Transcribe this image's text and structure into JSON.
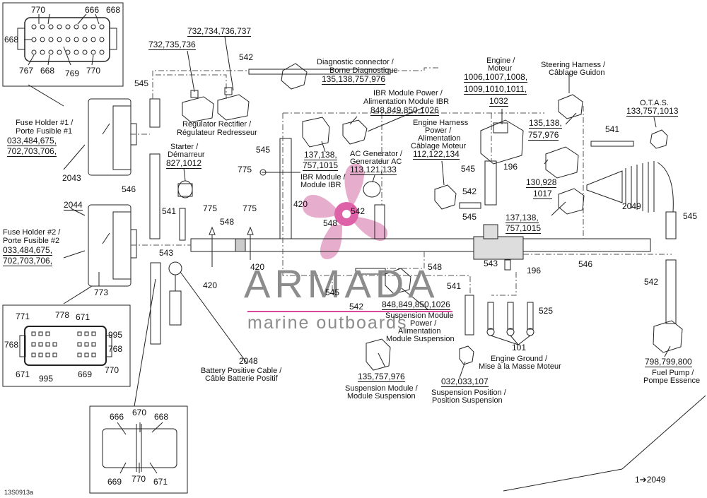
{
  "figure_code": "13S0913a",
  "watermark": {
    "brand": "ARMADA",
    "tagline": "marine outboards",
    "accent": "#d9479a",
    "gray": "#8c8c8c"
  },
  "labels": {
    "top_connector": {
      "tl": "770",
      "tr1": "666",
      "tr2": "668",
      "left": "668",
      "bl": "767",
      "bm": "668",
      "bc": "769",
      "br": "770"
    },
    "fuse1": {
      "line1": "Fuse Holder #1 /",
      "line2": "Porte Fusible #1",
      "nums1": "033,484,675,",
      "nums2": "702,703,706,",
      "ref": "2043"
    },
    "fuse2": {
      "ref_top": "2044",
      "line1": "Fuse Holder #2 /",
      "line2": "Porte Fusible #2",
      "nums1": "033,484,675,",
      "nums2": "702,703,706,",
      "ref": "773"
    },
    "inset_left": {
      "a": "771",
      "b": "778",
      "c": "671",
      "d": "995",
      "e": "768",
      "f": "768",
      "g": "671",
      "h": "995",
      "i": "669",
      "j": "770"
    },
    "inset_bottom": {
      "a": "666",
      "b": "670",
      "c": "668",
      "d": "669",
      "e": "770",
      "f": "671"
    },
    "regulator": {
      "top": "732,734,736,737",
      "left": "732,735,736",
      "name1": "Regulator Rectifier /",
      "name2": "Régulateur Redresseur"
    },
    "diagnostic": {
      "name1": "Diagnostic connector /",
      "name2": "Borne Diagnostique",
      "nums": "135,138,757,976",
      "harness": "542"
    },
    "starter": {
      "name1": "Starter /",
      "name2": "Démarreur",
      "nums": "827,1012"
    },
    "ibr_power": {
      "name1": "IBR Module Power /",
      "name2": "Alimentation Module IBR",
      "nums": "848,849,850,1026"
    },
    "ibr_conn": {
      "nums1": "137,138,",
      "nums2": "757,1015"
    },
    "ac_gen": {
      "name1": "AC Generator /",
      "name2": "Generateur AC",
      "nums": "113,121,133"
    },
    "ibr_module": {
      "name1": "IBR Module /",
      "name2": "Module IBR"
    },
    "engine_harness": {
      "name1": "Engine Harness",
      "name2": "Power /",
      "name3": "Alimentation",
      "name4": "Câblage Moteur",
      "nums": "112,122,134"
    },
    "engine": {
      "name1": "Engine /",
      "name2": "Moteur",
      "nums1": "1006,1007,1008,",
      "nums2": "1009,1010,1011,",
      "nums3": "1032",
      "ref": "196"
    },
    "steering": {
      "name1": "Steering Harness /",
      "name2": "Câblage Guidon",
      "nums1": "135,138,",
      "nums2": "757,976",
      "nums3": "130,928",
      "nums4": "1017",
      "nums5": "137,138,",
      "nums6": "757,1015"
    },
    "otas": {
      "name": "O.T.A.S.",
      "nums": "133,757,1013",
      "harness": "541"
    },
    "harness_refs": {
      "h545a": "545",
      "h546a": "546",
      "h541a": "541",
      "h543a": "543",
      "h545b": "545",
      "h775a": "775",
      "h420a": "420",
      "h775b": "775",
      "h548a": "548",
      "h775c": "775",
      "h420b": "420",
      "h420c": "420",
      "h542a": "542",
      "h548b": "548",
      "h545c": "545",
      "h542b": "542",
      "h545d": "545",
      "h548c": "548",
      "h543b": "543",
      "h196b": "196",
      "h546b": "546",
      "h2049": "2049",
      "h545e": "545",
      "h542c": "542",
      "h545f": "545",
      "h541b": "541",
      "h542d": "542",
      "h525": "525",
      "h101": "101"
    },
    "battery": {
      "ref": "2048",
      "name1": "Battery Positive Cable /",
      "name2": "Câble Batterie Positif"
    },
    "susp_power": {
      "nums": "848,849,850,1026",
      "name1": "Suspension Module",
      "name2": "Power /",
      "name3": "Alimentation",
      "name4": "Module Suspension"
    },
    "susp_module": {
      "nums": "135,757,976",
      "name1": "Suspension Module /",
      "name2": "Module Suspension"
    },
    "susp_position": {
      "nums": "032,033,107",
      "name1": "Suspension Position /",
      "name2": "Position Suspension"
    },
    "engine_ground": {
      "name1": "Engine Ground /",
      "name2": "Mise à la Masse Moteur"
    },
    "fuel_pump": {
      "nums": "798,799,800",
      "name1": "Fuel Pump /",
      "name2": "Pompe Essence"
    },
    "arrow_ref": "1➔2049"
  }
}
